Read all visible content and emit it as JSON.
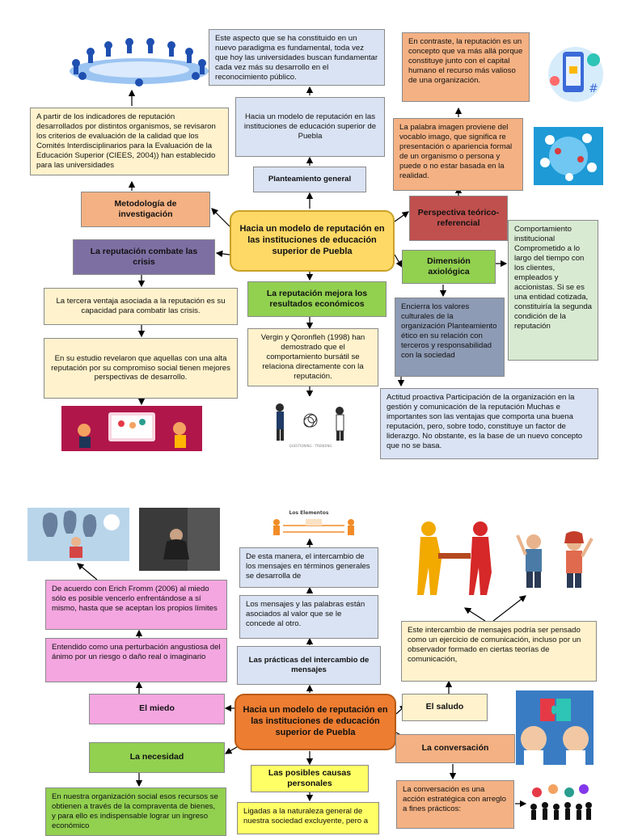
{
  "top": {
    "center": "Hacia un modelo de reputación en las instituciones de educación superior de Puebla",
    "planteamiento": "Planteamiento general",
    "hacia_box": "Hacia un modelo de reputación en las instituciones de educación superior de Puebla",
    "paradigma": "Este aspecto que se ha constituido en un nuevo paradigma es fundamental, toda vez que hoy las universidades buscan fundamentar cada vez más su desarrollo en el reconocimiento público.",
    "metodologia": "Metodología de investigación",
    "indicadores": "A partir de los indicadores de reputación desarrollados por distintos organismos, se revisaron los criterios de evaluación de la calidad que los Comités Interdisciplinarios para la Evaluación de la Educación Superior (CIEES, 2004)) han establecido para las universidades",
    "combate": "La reputación combate las crisis",
    "tercera": "La tercera ventaja asociada a la reputación es su capacidad para combatir las crisis.",
    "estudio": "En su estudio revelaron que aquellas con una alta reputación por su compromiso social tienen mejores perspectivas de desarrollo.",
    "mejora": "La reputación mejora los resultados económicos",
    "vergin": "Vergin y Qoronfleh (1998) han demostrado que el comportamiento bursátil se relaciona directamente con la reputación.",
    "perspectiva": "Perspectiva teórico-referencial",
    "imagen": "La palabra imagen proviene del vocablo imago, que significa re presentación o apariencia formal de un organismo o persona y puede o no estar basada en la realidad.",
    "contraste": "En contraste, la reputación es un concepto que va más allá porque constituye junto con el capital humano el recurso más valioso de una organización.",
    "axiologica": "Dimensión axiológica",
    "comportamiento": "Comportamiento institucional Comprometido a lo largo del tiempo con los clientes, empleados y accionistas. Si se es una entidad cotizada, constituiría la segunda condición de la reputación",
    "valores": "Encierra los valores culturales de la organización Planteamiento ético en su relación con terceros y responsabilidad con la sociedad",
    "actitud": "Actitud proactiva Participación de la organización en la gestión y comunicación de la reputación Muchas e importantes son las ventajas que comporta una buena reputación, pero, sobre todo, constituye un factor de liderazgo. No obstante, es la base de un nuevo concepto que no se basa.",
    "caption": "QUESTIONING · TRENDING"
  },
  "bottom": {
    "center": "Hacia un modelo de reputación en las instituciones de educación superior de Puebla",
    "elementos_title": "Los Elementos",
    "intercambio_gen": "De esta manera, el intercambio de los mensajes en términos generales se desarrolla de",
    "mensajes": "Los mensajes y las palabras están asociados al valor que se le concede al otro.",
    "practicas": "Las prácticas del intercambio de mensajes",
    "fromm": "De acuerdo con Erich Fromm (2006) al miedo sólo es posible vencerlo enfrentándose a sí mismo, hasta que se aceptan los propios límites",
    "perturbacion": "Entendido como una perturbación angustiosa del ánimo por un riesgo o daño real o imaginario",
    "miedo": "El miedo",
    "necesidad": "La necesidad",
    "organizacion_social": "En nuestra organización social esos recursos se obtienen a través de la compraventa de bienes, y para ello es indispensable lograr un ingreso económico",
    "causas": "Las posibles causas personales",
    "ligadas": "Ligadas a la naturaleza general de nuestra sociedad excluyente, pero a",
    "intercambio_com": "Este intercambio de mensajes podría ser pensado como un ejercicio de comunicación, incluso por un observador formado en ciertas teorías de comunicación,",
    "saludo": "El saludo",
    "conversacion": "La conversación",
    "conv_estrategica": "La conversación es una acción estratégica con arreglo a fines prácticos:"
  },
  "colors": {
    "yellow_light": "#fff2cc",
    "yellow": "#ffd966",
    "yellow_bright": "#ffff66",
    "blue_light": "#dae3f3",
    "salmon": "#f4b183",
    "purple": "#7e6fa3",
    "red": "#c0504d",
    "green": "#92d050",
    "green_light": "#d9ead3",
    "slate": "#8e9bb5",
    "pink": "#f4a6e0",
    "orange": "#ed7d31"
  }
}
